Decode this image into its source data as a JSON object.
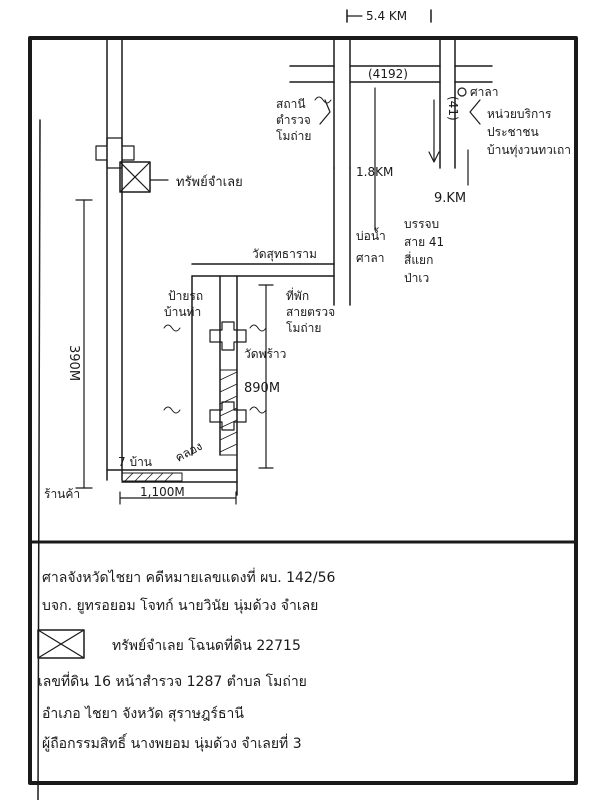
{
  "top_scale": "5.4 KM",
  "road_4192": "(4192)",
  "road_41": "(41)",
  "sala_right": "ศาลา",
  "service_unit": [
    "หน่วยบริการ",
    "ประชาชน",
    "บ้านทุ่งวนทวเถา"
  ],
  "police_station": [
    "สถานี",
    "ตำรวจ",
    "โมถ่าย"
  ],
  "dist_1_8": "1.8KM",
  "dist_9": "9.KM",
  "branch_41": [
    "บรรจบ",
    "สาย 41",
    "สี่แยก",
    "ป่าเว"
  ],
  "wat_suttharam": "วัดสุทธาราม",
  "well": "บ่อน้ำ",
  "sala_mid": "ศาลา",
  "bus_stop": [
    "ป้ายรถ",
    "บ้านท่า"
  ],
  "health_center": [
    "ที่พัก",
    "สายตรวจ",
    "โมถ่าย"
  ],
  "wat_phrao": "วัดพร้าว",
  "dist_890": "890M",
  "dist_390": "390M",
  "house": "7 บ้าน",
  "canal": "คลอง",
  "dist_1100": "1,100M",
  "asset_top": "ทรัพย์จำเลย",
  "row_label": "ร้านค้า",
  "notes": [
    "ศาลจังหวัดไชยา  คดีหมายเลขแดงที่ ผบ. 142/56",
    "บจก. ยูทรอยอม โจทก์  นายวินัย  นุ่มด้วง จำเลย",
    "ทรัพย์จำเลย โฉนดที่ดิน 22715",
    "เลขที่ดิน 16 หน้าสำรวจ 1287 ตำบล โมถ่าย",
    "อำเภอ ไชยา  จังหวัด สุราษฎร์ธานี",
    "ผู้ถือกรรมสิทธิ์  นางพยอม  นุ่มด้วง จำเลยที่ 3"
  ]
}
